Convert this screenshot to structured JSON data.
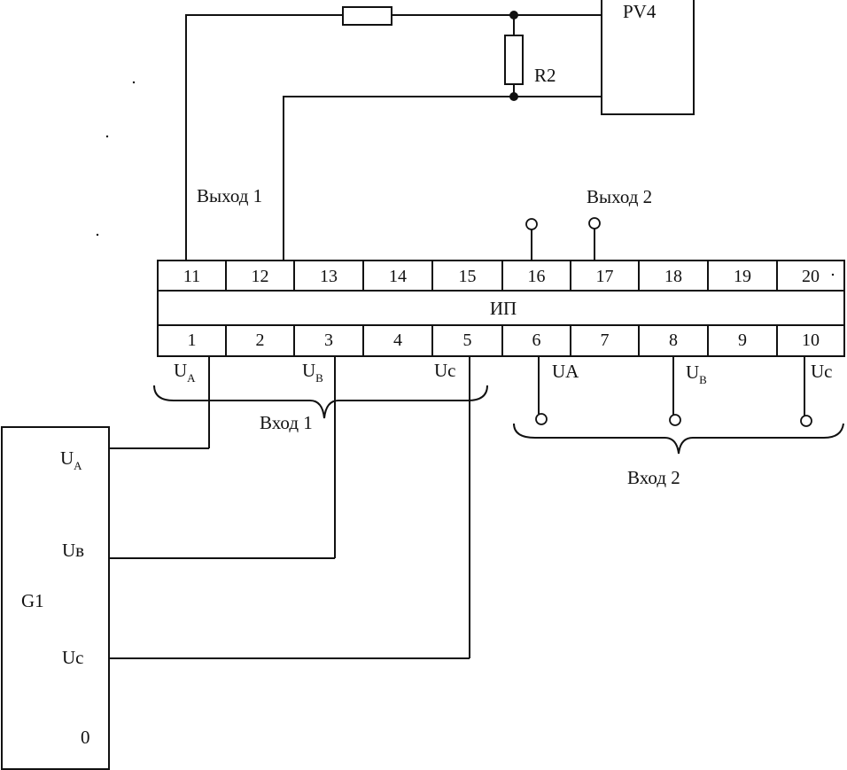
{
  "labels": {
    "meter": "PV4",
    "resistor": "R2",
    "device": "ИП",
    "generator": "G1",
    "output1": "Выход 1",
    "output2": "Выход 2",
    "input1": "Вход 1",
    "input2": "Вход 2"
  },
  "top_terminals": [
    "11",
    "12",
    "13",
    "14",
    "15",
    "16",
    "17",
    "18",
    "19",
    "20"
  ],
  "bottom_terminals": [
    "1",
    "2",
    "3",
    "4",
    "5",
    "6",
    "7",
    "8",
    "9",
    "10"
  ],
  "input1_phases": [
    {
      "base": "U",
      "sub": "A"
    },
    {
      "base": "U",
      "sub": "B"
    },
    {
      "base": "Uc",
      "sub": ""
    }
  ],
  "input2_phases": [
    {
      "base": "UA",
      "sub": ""
    },
    {
      "base": "U",
      "sub": "B"
    },
    {
      "base": "Uc",
      "sub": ""
    }
  ],
  "generator_phases": [
    {
      "base": "U",
      "sub": "A"
    },
    {
      "base": "Uв",
      "sub": ""
    },
    {
      "base": "Uc",
      "sub": ""
    },
    {
      "base": "0",
      "sub": ""
    }
  ]
}
